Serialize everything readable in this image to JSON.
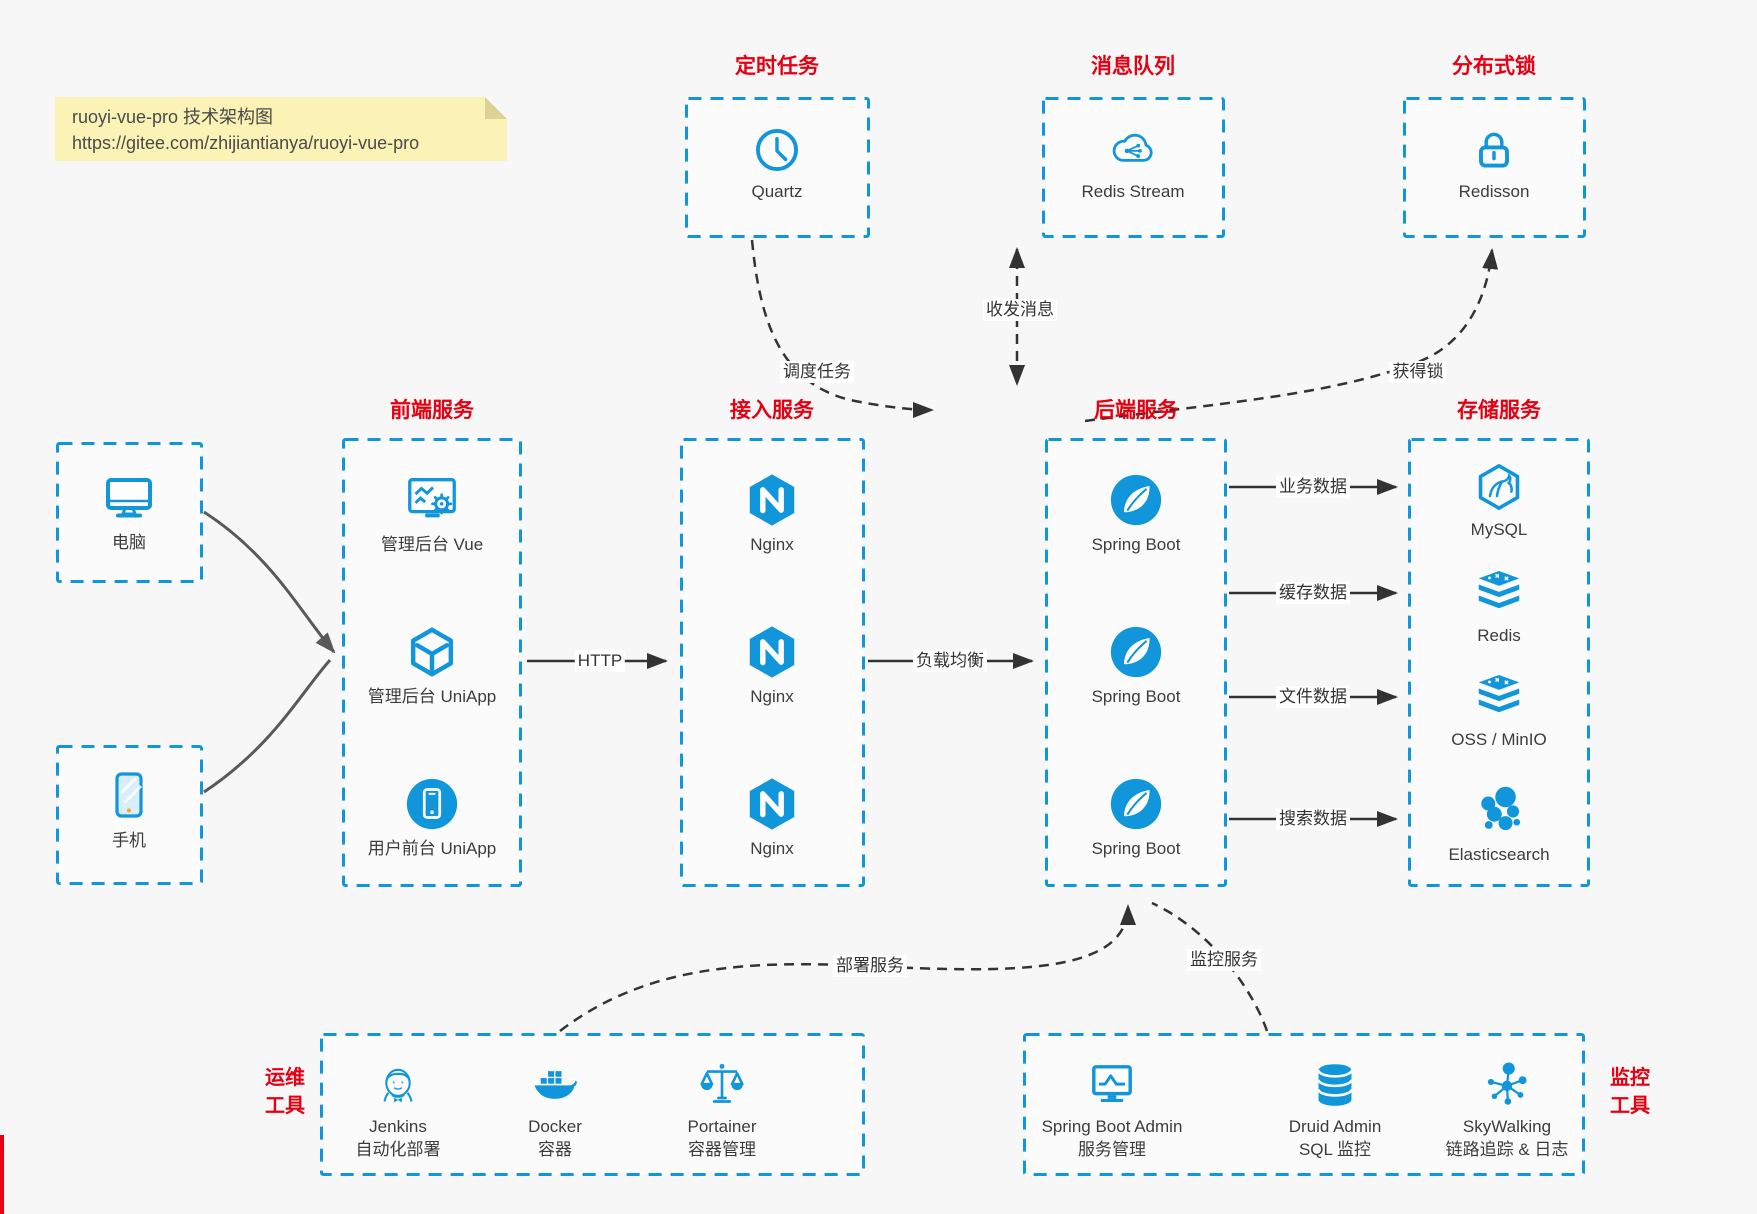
{
  "note": {
    "line1": "ruoyi-vue-pro 技术架构图",
    "line2": "https://gitee.com/zhijiantianya/ruoyi-vue-pro"
  },
  "colors": {
    "accent_red": "#e60012",
    "icon_blue": "#1296db",
    "canvas_bg": "#f7f7f7",
    "note_bg": "#fbf3b6",
    "edge_dark": "#333333",
    "client_edge": "#595959"
  },
  "top_groups": [
    {
      "title": "定时任务",
      "label": "Quartz",
      "icon": "clock-icon"
    },
    {
      "title": "消息队列",
      "label": "Redis Stream",
      "icon": "cloud-stream-icon"
    },
    {
      "title": "分布式锁",
      "label": "Redisson",
      "icon": "lock-icon"
    }
  ],
  "clients": [
    {
      "label": "电脑",
      "icon": "desktop-icon"
    },
    {
      "label": "手机",
      "icon": "phone-icon"
    }
  ],
  "columns": [
    {
      "title": "前端服务",
      "items": [
        {
          "label": "管理后台 Vue",
          "icon": "admin-vue-icon"
        },
        {
          "label": "管理后台 UniApp",
          "icon": "cube-icon"
        },
        {
          "label": "用户前台 UniApp",
          "icon": "mobile-app-icon"
        }
      ]
    },
    {
      "title": "接入服务",
      "items": [
        {
          "label": "Nginx",
          "icon": "nginx-icon"
        },
        {
          "label": "Nginx",
          "icon": "nginx-icon"
        },
        {
          "label": "Nginx",
          "icon": "nginx-icon"
        }
      ]
    },
    {
      "title": "后端服务",
      "items": [
        {
          "label": "Spring Boot",
          "icon": "spring-icon"
        },
        {
          "label": "Spring Boot",
          "icon": "spring-icon"
        },
        {
          "label": "Spring Boot",
          "icon": "spring-icon"
        }
      ]
    },
    {
      "title": "存储服务",
      "items": [
        {
          "label": "MySQL",
          "icon": "mysql-icon"
        },
        {
          "label": "Redis",
          "icon": "redis-icon"
        },
        {
          "label": "OSS / MinIO",
          "icon": "oss-icon"
        },
        {
          "label": "Elasticsearch",
          "icon": "elasticsearch-icon"
        }
      ]
    }
  ],
  "bottom_groups": [
    {
      "side_label_line1": "运维",
      "side_label_line2": "工具",
      "items": [
        {
          "label": "Jenkins",
          "sublabel": "自动化部署",
          "icon": "jenkins-icon"
        },
        {
          "label": "Docker",
          "sublabel": "容器",
          "icon": "docker-icon"
        },
        {
          "label": "Portainer",
          "sublabel": "容器管理",
          "icon": "portainer-icon"
        }
      ]
    },
    {
      "side_label_line1": "监控",
      "side_label_line2": "工具",
      "items": [
        {
          "label": "Spring Boot Admin",
          "sublabel": "服务管理",
          "icon": "monitor-chart-icon"
        },
        {
          "label": "Druid Admin",
          "sublabel": "SQL 监控",
          "icon": "database-icon"
        },
        {
          "label": "SkyWalking",
          "sublabel": "链路追踪 & 日志",
          "icon": "network-nodes-icon"
        }
      ]
    }
  ],
  "edges": {
    "http": "HTTP",
    "load_balance": "负载均衡",
    "schedule": "调度任务",
    "message": "收发消息",
    "acquire_lock": "获得锁",
    "business_data": "业务数据",
    "cache_data": "缓存数据",
    "file_data": "文件数据",
    "search_data": "搜索数据",
    "deploy": "部署服务",
    "monitor": "监控服务"
  }
}
